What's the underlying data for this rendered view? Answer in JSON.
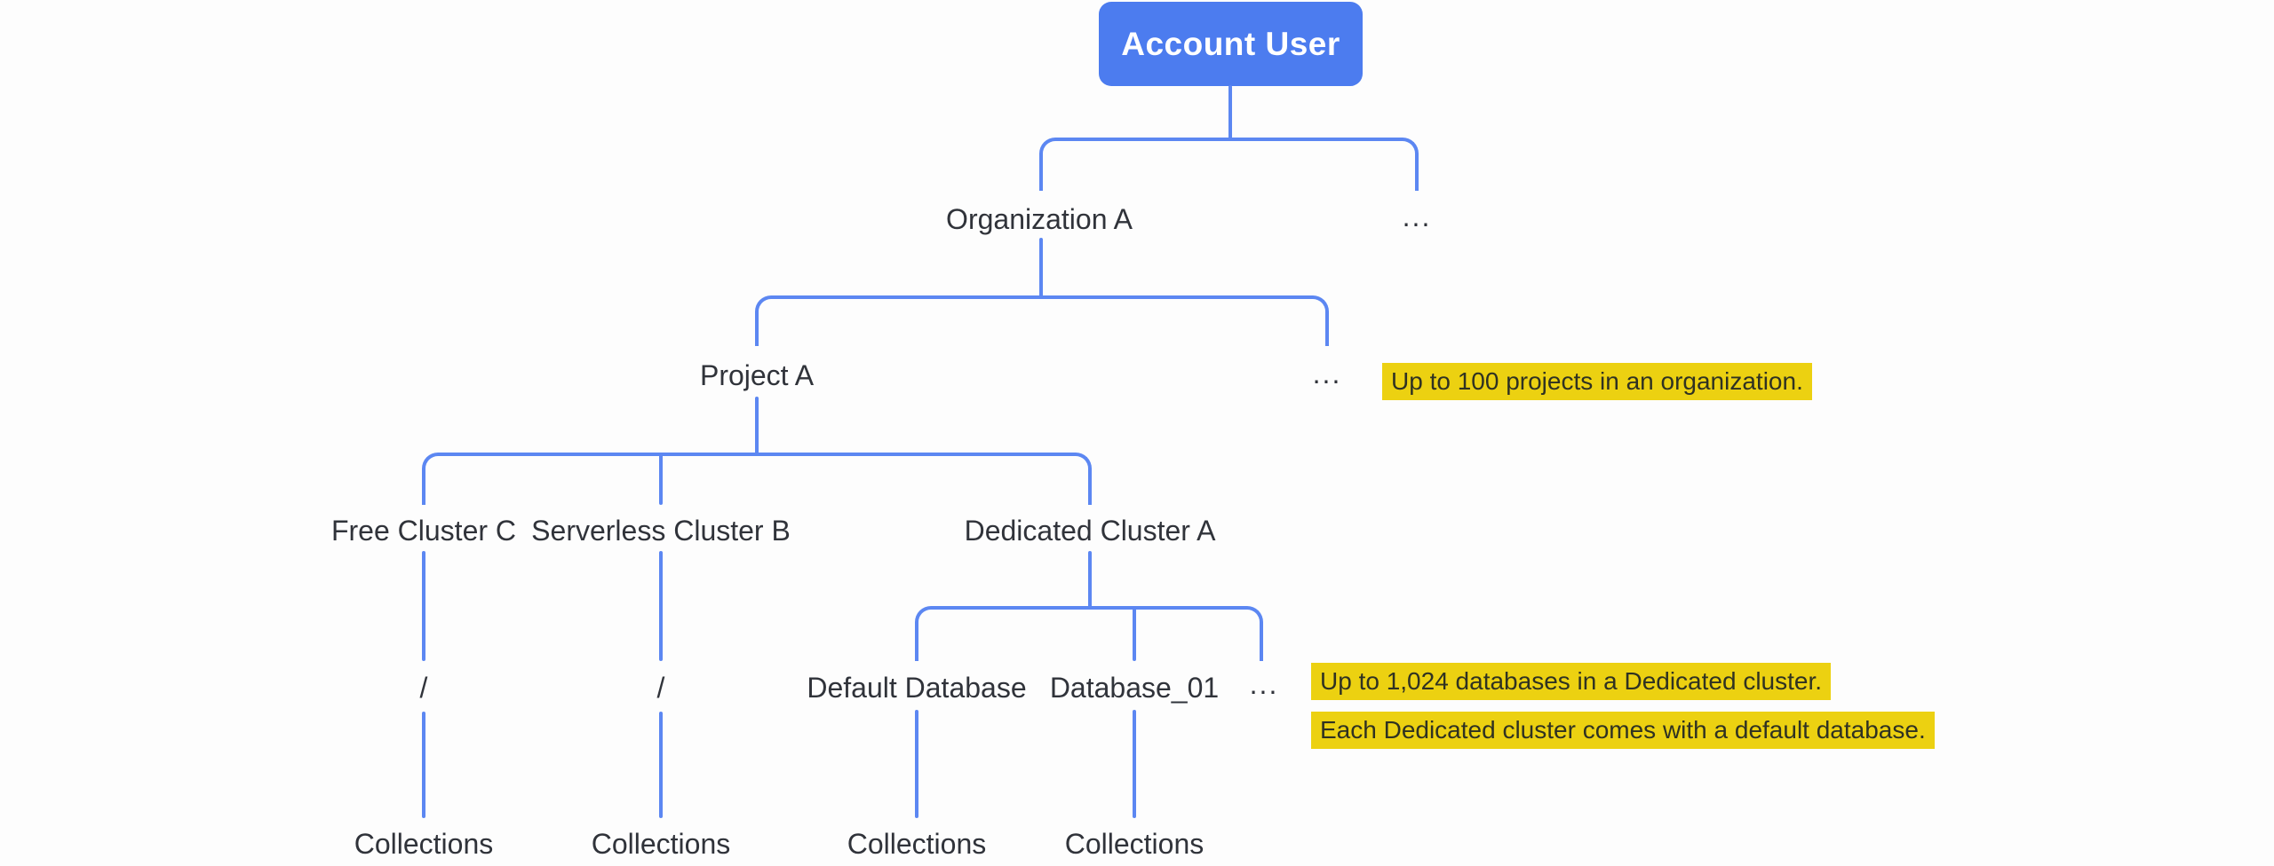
{
  "root": {
    "label": "Account User"
  },
  "organization": {
    "label": "Organization A",
    "ellipsis": "..."
  },
  "project": {
    "label": "Project A",
    "ellipsis": "...",
    "note": "Up to 100 projects in an organization."
  },
  "clusters": {
    "free": {
      "label": "Free Cluster C"
    },
    "serverless": {
      "label": "Serverless Cluster B"
    },
    "dedicated": {
      "label": "Dedicated Cluster A"
    }
  },
  "databases": {
    "slash": "/",
    "default": {
      "label": "Default Database"
    },
    "db01": {
      "label": "Database_01"
    },
    "ellipsis": "...",
    "notes": [
      "Up to 1,024 databases in a Dedicated cluster.",
      "Each Dedicated cluster comes with a default database."
    ]
  },
  "collections": {
    "label": "Collections"
  },
  "colors": {
    "node_blue": "#4C7CEF",
    "line_blue": "#5C87F2",
    "text_dark": "#30333A",
    "highlight_yellow": "#ECD111",
    "note_text": "#2F3222",
    "background": "#FDFDFD"
  }
}
